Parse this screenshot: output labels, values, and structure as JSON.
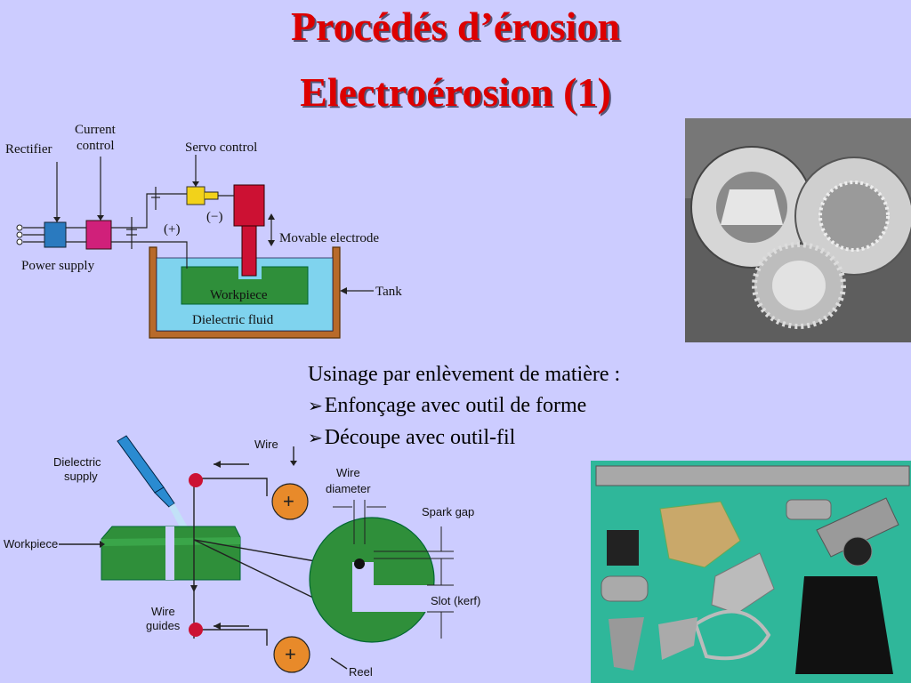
{
  "title": {
    "line1": "Procédés d’érosion",
    "line2": "Electroérosion (1)"
  },
  "bullets": {
    "intro": "Usinage par enlèvement de matière :",
    "items": [
      "Enfonçage avec outil de forme",
      "Découpe avec outil-fil"
    ],
    "marker_icon": "arrowhead-bullet-icon"
  },
  "diagram_edm": {
    "rectifier": "Rectifier",
    "current_control_l1": "Current",
    "current_control_l2": "control",
    "servo_control": "Servo control",
    "power_supply": "Power supply",
    "plus": "(+)",
    "minus": "(−)",
    "movable_electrode": "Movable electrode",
    "tank": "Tank",
    "workpiece": "Workpiece",
    "dielectric_fluid": "Dielectric fluid"
  },
  "diagram_wire": {
    "dielectric_l1": "Dielectric",
    "dielectric_l2": "supply",
    "wire": "Wire",
    "wire_diameter_l1": "Wire",
    "wire_diameter_l2": "diameter",
    "spark_gap": "Spark gap",
    "workpiece": "Workpiece",
    "slot": "Slot (kerf)",
    "wire_guides_l1": "Wire",
    "wire_guides_l2": "guides",
    "reel": "Reel"
  },
  "colors": {
    "background": "#ccccff",
    "title": "#dd0000",
    "workpiece_green": "#2f8f3a",
    "fluid_blue": "#7fd3ee",
    "tank_brown": "#b86a2a",
    "electrode_red": "#cc1133",
    "reel_orange": "#e88a2a"
  }
}
